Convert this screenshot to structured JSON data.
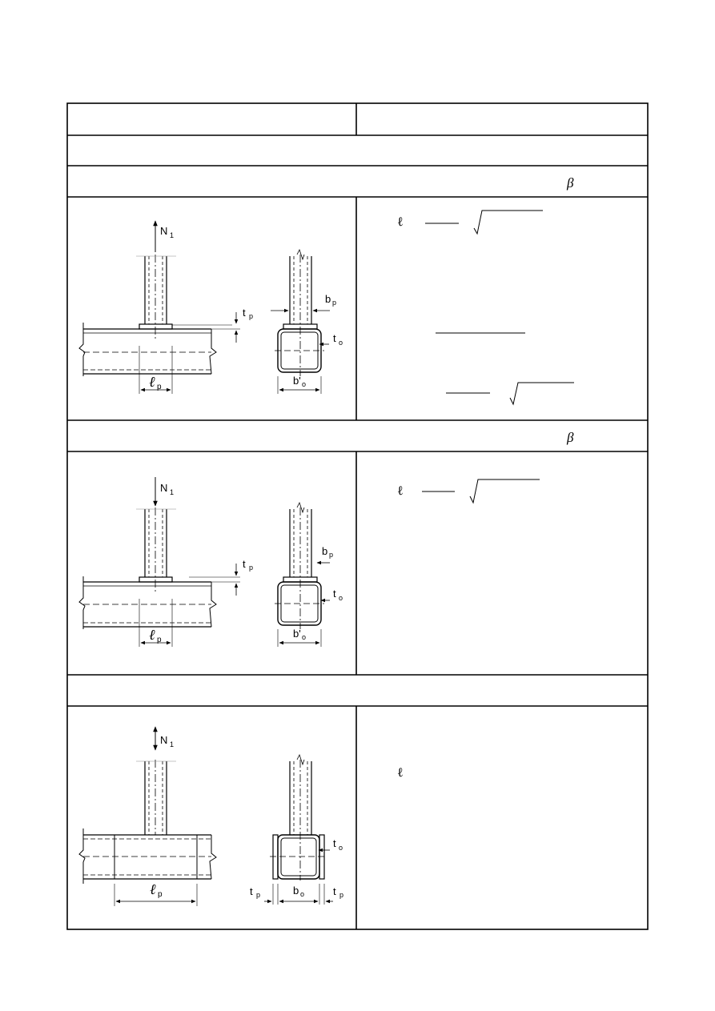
{
  "symbols": {
    "beta": "β",
    "ell": "ℓ"
  },
  "labels": {
    "N1": "N",
    "N1_sub": "1",
    "tp": "t",
    "tp_sub": "p",
    "bp": "b",
    "bp_sub": "p",
    "to": "t",
    "to_sub": "o",
    "bo_prime": "b'",
    "bo_prime_sub": "o",
    "bo": "b",
    "bo_sub": "o",
    "lp": "ℓ",
    "lp_sub": "p"
  }
}
